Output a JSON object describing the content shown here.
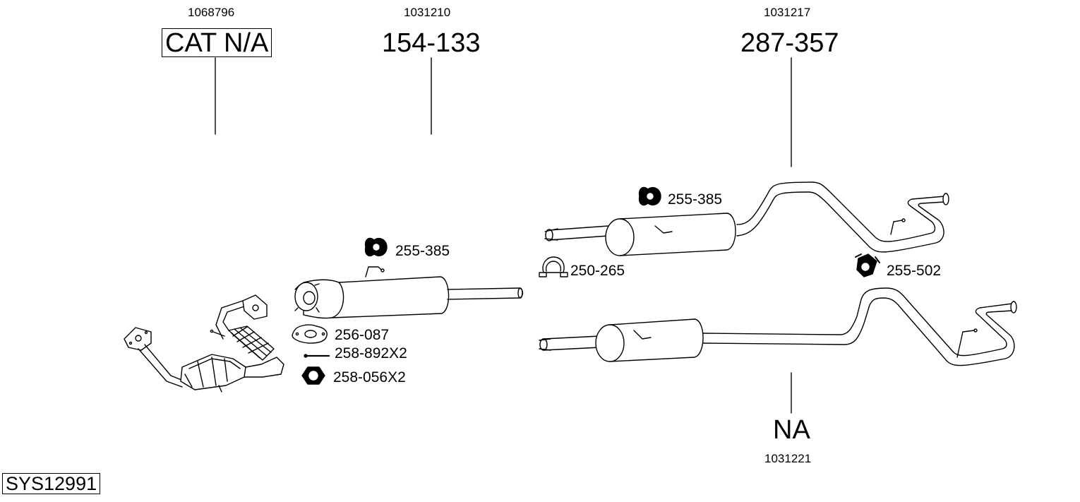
{
  "system_id": "SYS12991",
  "parts": [
    {
      "oem": "1068796",
      "code": "CAT N/A"
    },
    {
      "oem": "1031210",
      "code": "154-133"
    },
    {
      "oem": "1031217",
      "code": "287-357"
    },
    {
      "oem": "1031221",
      "code": "NA"
    }
  ],
  "accessories": {
    "hanger_front": "255-385",
    "gasket": "256-087",
    "bolt": "258-892X2",
    "nut": "258-056X2",
    "hanger_rear": "255-385",
    "clamp": "250-265",
    "hanger_rubber": "255-502"
  }
}
